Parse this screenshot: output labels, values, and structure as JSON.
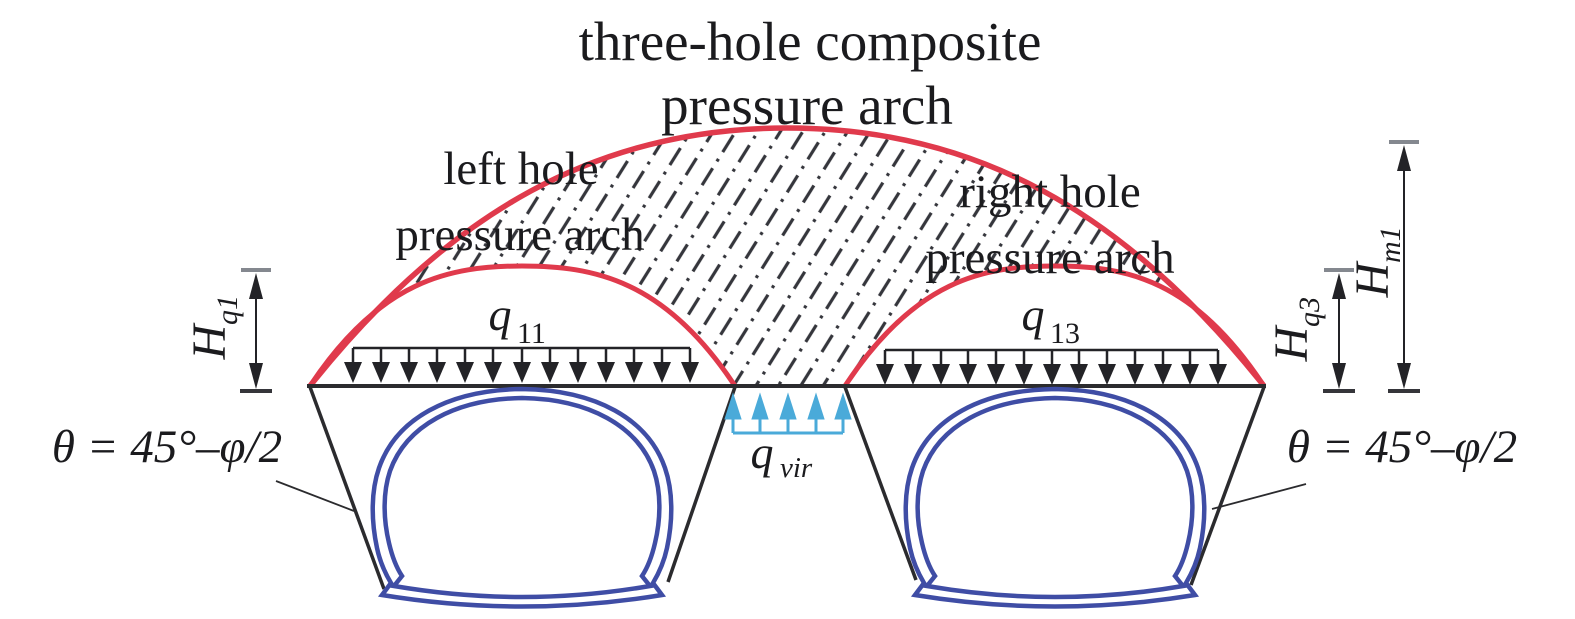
{
  "figure": {
    "title_line1": "three-hole composite",
    "title_line2": "pressure arch",
    "left_arch_line1": "left hole",
    "left_arch_line2": "pressure arch",
    "right_arch_line1": "right hole",
    "right_arch_line2": "pressure arch"
  },
  "loads": {
    "q11": {
      "base": "q",
      "sub": "11"
    },
    "q13": {
      "base": "q",
      "sub": "13"
    },
    "qvir": {
      "base": "q",
      "sub": "vir"
    }
  },
  "dimensions": {
    "hq1": {
      "base": "H",
      "sub": "q1"
    },
    "hq3": {
      "base": "H",
      "sub": "q3"
    },
    "hm1": {
      "base": "H",
      "sub": "m1"
    }
  },
  "angles": {
    "left": "θ = 45°–φ/2",
    "right": "θ = 45°–φ/2"
  },
  "colors": {
    "arch_red": "#e03a4c",
    "tunnel_blue": "#3f4da5",
    "virtual_load_blue": "#4aaad9",
    "hatch_dark": "#35363c",
    "line_black": "#232327"
  }
}
